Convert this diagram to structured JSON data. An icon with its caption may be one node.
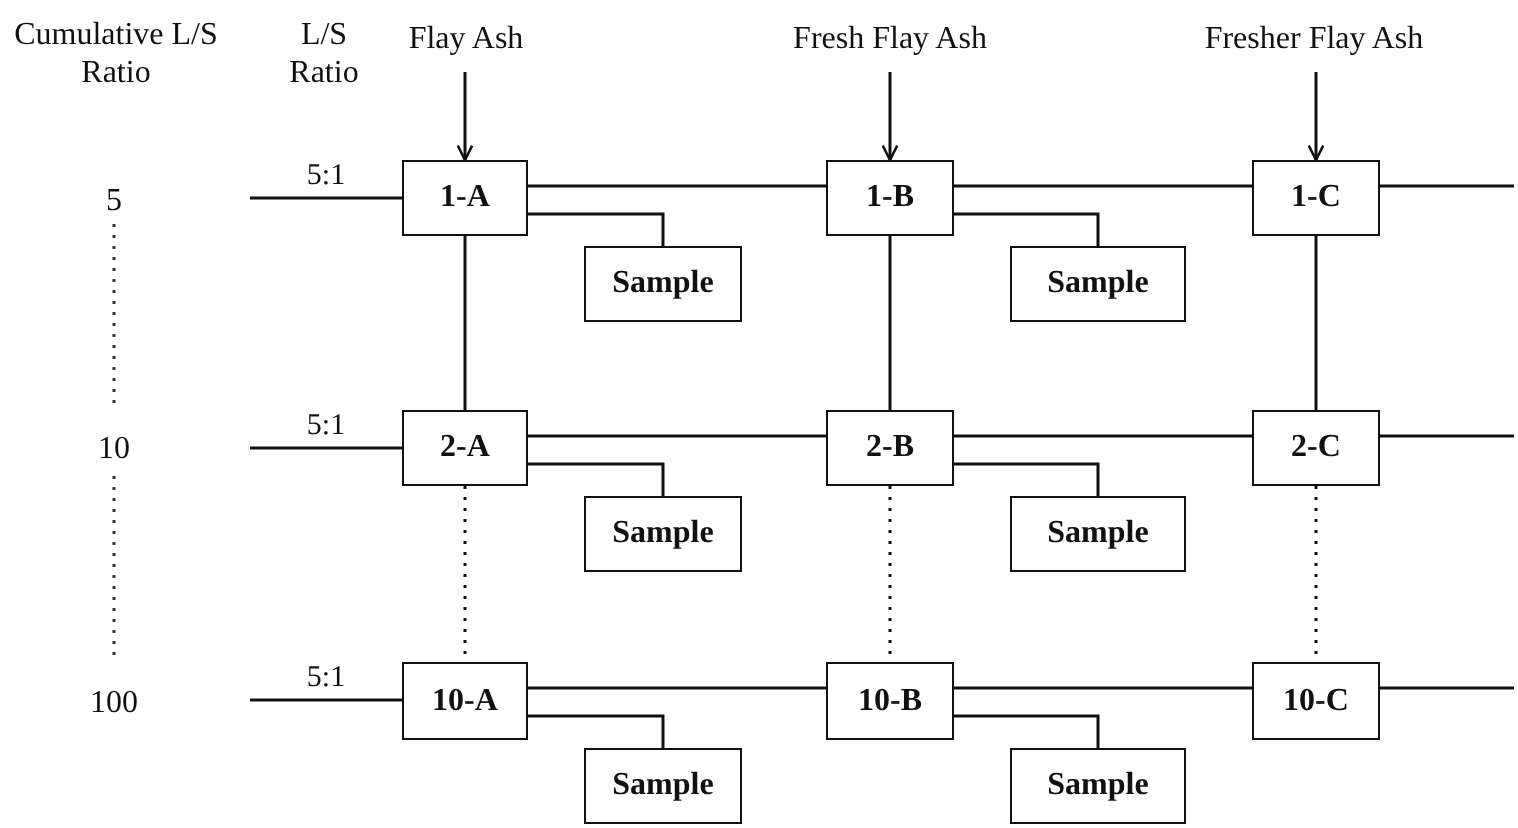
{
  "diagram": {
    "nodes": [
      {
        "text": [
          "Flay Ash"
        ]
      },
      {
        "text": [
          "Fresh Flay Ash"
        ]
      },
      {
        "text": [
          "Fresher Flay Ash"
        ]
      },
      {
        "text": [
          "1-A"
        ]
      },
      {
        "text": [
          "Sample"
        ]
      },
      {
        "text": [
          "1-B"
        ]
      },
      {
        "text": [
          "Sample"
        ]
      },
      {
        "text": [
          "1-C"
        ]
      },
      {
        "text": [
          "2-A"
        ]
      },
      {
        "text": [
          "Sample"
        ]
      },
      {
        "text": [
          "2-B"
        ]
      },
      {
        "text": [
          "Sample"
        ]
      },
      {
        "text": [
          "2-C"
        ]
      },
      {
        "text": [
          "10-A"
        ]
      },
      {
        "text": [
          "Sample"
        ]
      },
      {
        "text": [
          "10-B"
        ]
      },
      {
        "text": [
          "Sample"
        ]
      },
      {
        "text": [
          "10-C"
        ]
      }
    ],
    "edges": [
      {
        "from": 0,
        "to": 3,
        "arrow": "to"
      },
      {
        "from": 1,
        "to": 5,
        "arrow": "to"
      },
      {
        "from": 2,
        "to": 7,
        "arrow": "to"
      },
      {
        "from": null,
        "to": 3,
        "arrow": "none",
        "label": "5:1"
      },
      {
        "from": 3,
        "to": 5,
        "arrow": "none"
      },
      {
        "from": 5,
        "to": 7,
        "arrow": "none"
      },
      {
        "from": 7,
        "to": null,
        "arrow": "none"
      },
      {
        "from": 3,
        "to": 4,
        "arrow": "none"
      },
      {
        "from": 5,
        "to": 6,
        "arrow": "none"
      },
      {
        "from": 3,
        "to": 8,
        "arrow": "none"
      },
      {
        "from": 5,
        "to": 10,
        "arrow": "none"
      },
      {
        "from": 7,
        "to": 12,
        "arrow": "none"
      },
      {
        "from": null,
        "to": 8,
        "arrow": "none",
        "label": "5:1"
      },
      {
        "from": 8,
        "to": 10,
        "arrow": "none"
      },
      {
        "from": 10,
        "to": 12,
        "arrow": "none"
      },
      {
        "from": 12,
        "to": null,
        "arrow": "none"
      },
      {
        "from": 8,
        "to": 9,
        "arrow": "none"
      },
      {
        "from": 10,
        "to": 11,
        "arrow": "none"
      },
      {
        "from": 8,
        "to": 13,
        "arrow": "none",
        "style": "dashed"
      },
      {
        "from": 10,
        "to": 15,
        "arrow": "none",
        "style": "dashed"
      },
      {
        "from": 12,
        "to": 17,
        "arrow": "none",
        "style": "dashed"
      },
      {
        "from": null,
        "to": 13,
        "arrow": "none",
        "label": "5:1"
      },
      {
        "from": 13,
        "to": 15,
        "arrow": "none"
      },
      {
        "from": 15,
        "to": 17,
        "arrow": "none"
      },
      {
        "from": 17,
        "to": null,
        "arrow": "none"
      },
      {
        "from": 13,
        "to": 14,
        "arrow": "none"
      },
      {
        "from": 15,
        "to": 16,
        "arrow": "none"
      }
    ],
    "labels": [
      "Cumulative L/S Ratio",
      "L/S Ratio",
      "5",
      "10",
      "100"
    ]
  }
}
